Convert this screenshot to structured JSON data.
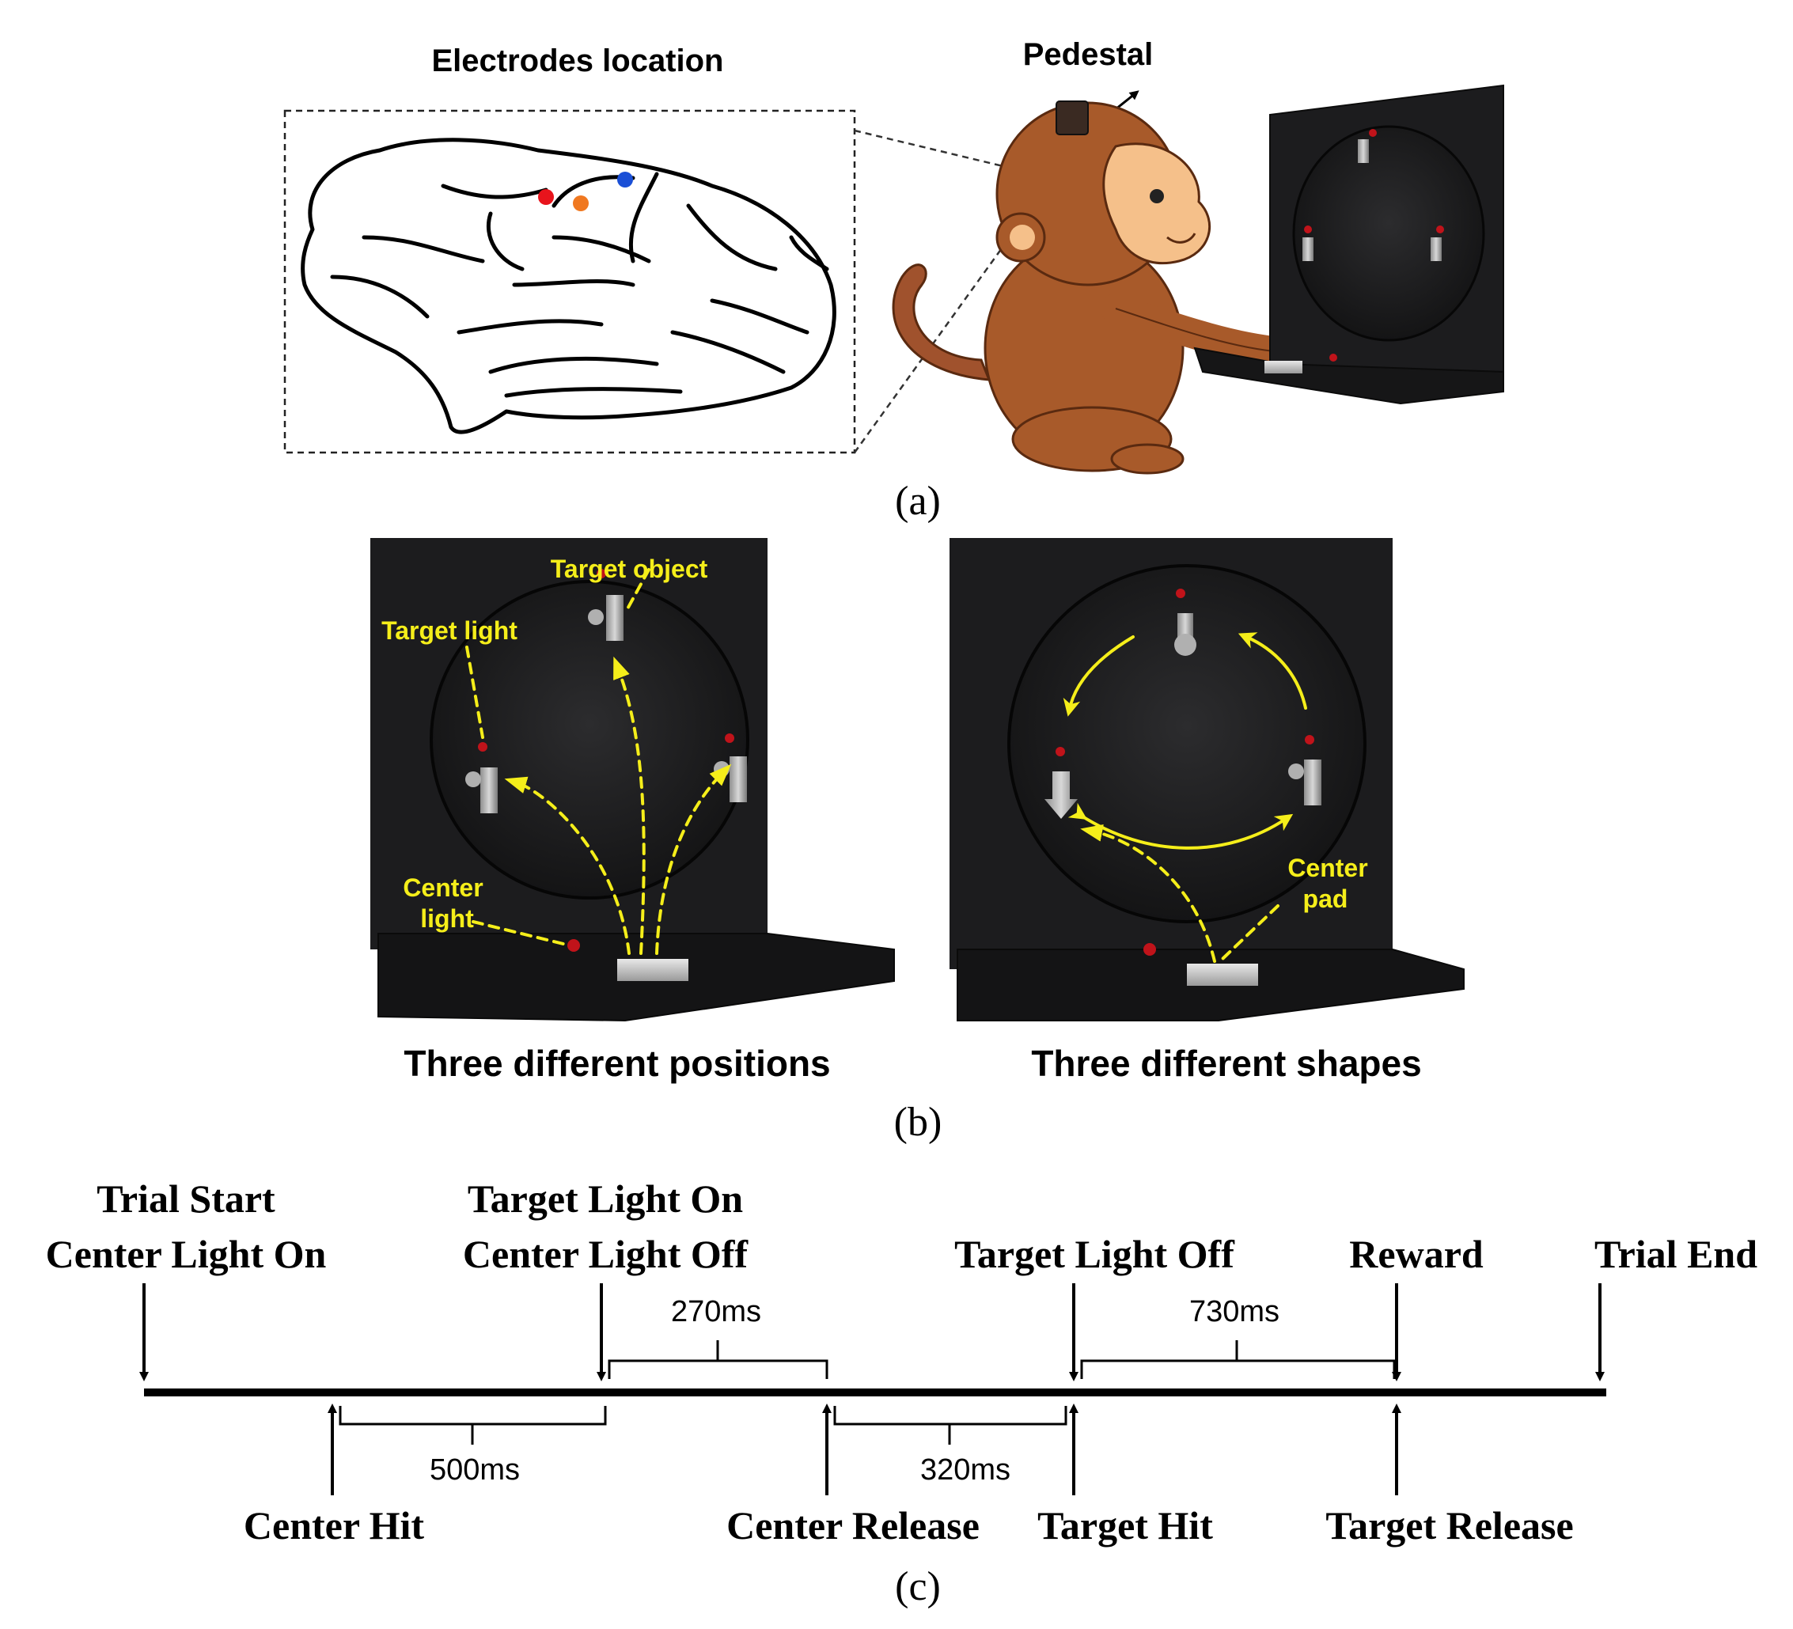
{
  "panel_a": {
    "electrodes_title": "Electrodes location",
    "pedestal_label": "Pedestal",
    "caption": "(a)",
    "electrode_colors": [
      "#e8141c",
      "#f07820",
      "#1a4fd6"
    ]
  },
  "panel_b": {
    "left": {
      "target_object": "Target object",
      "target_light": "Target light",
      "center_light_1": "Center",
      "center_light_2": "light",
      "caption": "Three different positions"
    },
    "right": {
      "center_pad_1": "Center",
      "center_pad_2": "pad",
      "caption": "Three different shapes"
    },
    "caption": "(b)",
    "annotation_color": "#f5ee1a",
    "device_color": "#1c1c1e"
  },
  "panel_c": {
    "caption": "(c)",
    "top_events": {
      "trial_start_1": "Trial Start",
      "trial_start_2": "Center Light On",
      "target_on_1": "Target Light On",
      "target_on_2": "Center Light Off",
      "target_off": "Target Light Off",
      "reward": "Reward",
      "trial_end": "Trial End"
    },
    "bottom_events": {
      "center_hit": "Center Hit",
      "center_release": "Center Release",
      "target_hit": "Target Hit",
      "target_release": "Target Release"
    },
    "intervals": {
      "t270": "270ms",
      "t730": "730ms",
      "t500": "500ms",
      "t320": "320ms"
    }
  }
}
